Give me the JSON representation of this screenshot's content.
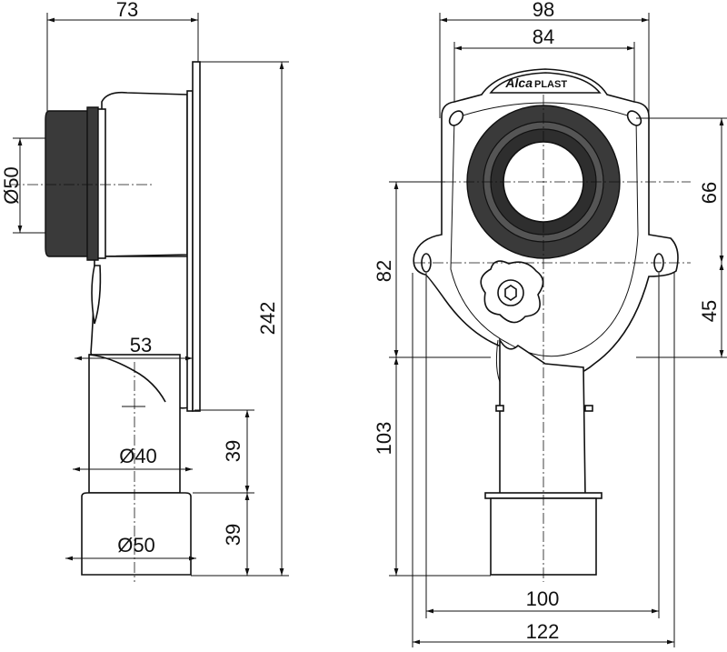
{
  "brand": {
    "logo_text_1": "Alca",
    "logo_text_2": "PLAST"
  },
  "side_view": {
    "dim_width_top": "73",
    "dim_inlet_diameter": "Ø50",
    "dim_offset": "53",
    "dim_total_height": "242",
    "dim_pipe_diameter": "Ø40",
    "dim_outlet_diameter": "Ø50",
    "dim_pipe_length": "39",
    "dim_outlet_length": "39"
  },
  "front_view": {
    "dim_flange_width": "98",
    "dim_hole_spacing_top": "84",
    "dim_upper_height": "66",
    "dim_lower_height": "45",
    "dim_left_upper": "82",
    "dim_left_lower": "103",
    "dim_bottom_inner": "100",
    "dim_bottom_outer": "122"
  }
}
